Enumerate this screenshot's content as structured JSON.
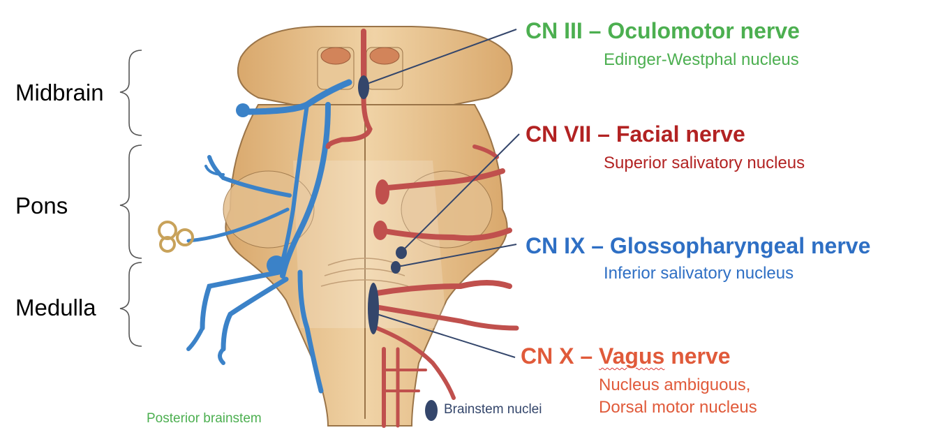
{
  "regions": {
    "midbrain": "Midbrain",
    "pons": "Pons",
    "medulla": "Medulla"
  },
  "cn3": {
    "title": "CN III – Oculomotor nerve",
    "nucleus": "Edinger-Westphal nucleus",
    "color": "#4caf50"
  },
  "cn7": {
    "title": "CN VII –  Facial nerve",
    "nucleus": "Superior salivatory nucleus",
    "color": "#b22222"
  },
  "cn9": {
    "title": "CN IX – Glossopharyngeal nerve",
    "nucleus": "Inferior salivatory nucleus",
    "color": "#2e6fc4"
  },
  "cn10": {
    "title_prefix": "CN X – ",
    "title_word": "Vagus",
    "title_suffix": " nerve",
    "nucleus_line1": "Nucleus ambiguous,",
    "nucleus_line2": "Dorsal motor nucleus",
    "color": "#e05a3a"
  },
  "captions": {
    "view": "Posterior brainstem",
    "legend": "Brainstem nuclei"
  },
  "colors": {
    "nucleus_marker": "#34466b",
    "sensory_blue": "#3b82c8",
    "motor_red": "#c0504d",
    "tissue": "#e6c08f"
  }
}
